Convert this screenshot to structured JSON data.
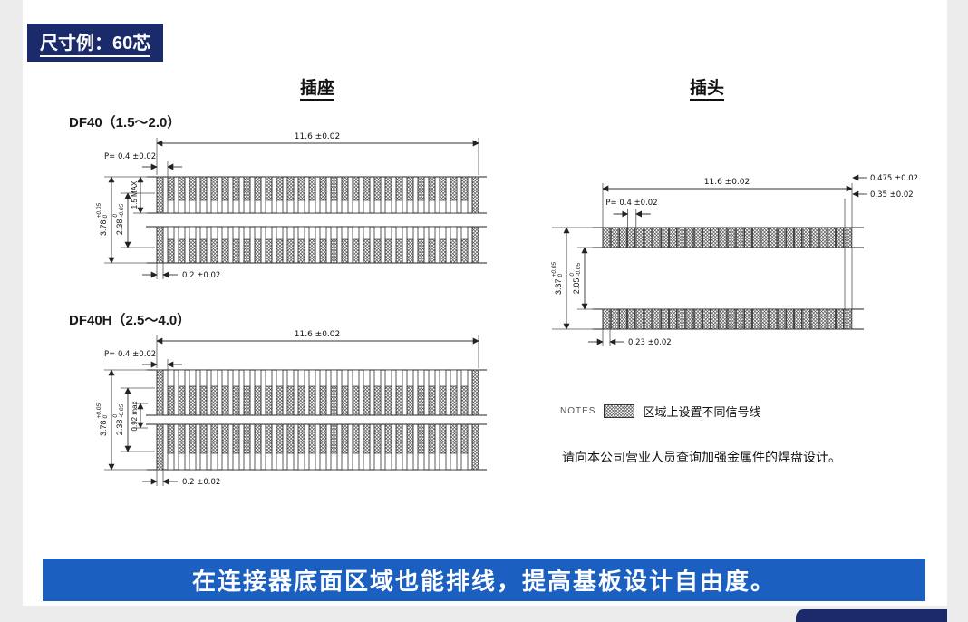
{
  "header": {
    "title": "尺寸例：60芯"
  },
  "columns": {
    "socket_heading": "插座",
    "plug_heading": "插头"
  },
  "socket_df40": {
    "label": "DF40（1.5～2.0）",
    "dim_width": "11.6 ±0.02",
    "dim_pitch": "P= 0.4 ±0.02",
    "dim_height": {
      "v": "3.78",
      "up": "+0.05",
      "dn": "0"
    },
    "dim_inner": {
      "v": "2.38",
      "up": "0",
      "dn": "-0.05"
    },
    "dim_mid": "1.5 MAX",
    "dim_pad": "0.2 ±0.02"
  },
  "socket_df40h": {
    "label": "DF40H（2.5～4.0）",
    "dim_width": "11.6 ±0.02",
    "dim_pitch": "P= 0.4 ±0.02",
    "dim_height": {
      "v": "3.78",
      "up": "+0.05",
      "dn": "0"
    },
    "dim_inner": {
      "v": "2.38",
      "up": "0",
      "dn": "-0.05"
    },
    "dim_mid": "0.92 max",
    "dim_pad": "0.2 ±0.02"
  },
  "plug": {
    "dim_width": "11.6 ±0.02",
    "dim_end_pad": "0.475 ±0.02",
    "dim_pad_w": "0.35 ±0.02",
    "dim_pitch": "P= 0.4 ±0.02",
    "dim_height": {
      "v": "3.37",
      "up": "+0.05",
      "dn": "0"
    },
    "dim_inner": {
      "v": "2.05",
      "up": "0",
      "dn": "-0.05"
    },
    "dim_pad": "0.23 ±0.02"
  },
  "notes": {
    "label": "NOTES",
    "legend": "区域上设置不同信号线",
    "consult": "请向本公司营业人员查询加强金属件的焊盘设计。"
  },
  "banner": {
    "text": "在连接器底面区域也能排线，提高基板设计自由度。"
  }
}
